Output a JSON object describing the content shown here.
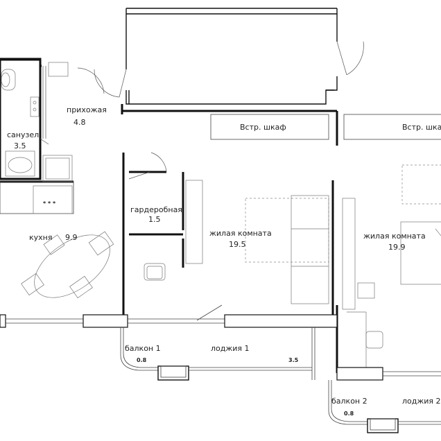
{
  "rooms": {
    "hallway": {
      "name": "прихожая",
      "area": "4.8"
    },
    "bathroom": {
      "name": "санузел",
      "area": "3.5"
    },
    "kitchen": {
      "name": "кухня",
      "area": "9.9"
    },
    "wardrobe": {
      "name": "гардеробная",
      "area": "1.5"
    },
    "living1": {
      "name": "жилая комната",
      "area": "19.5"
    },
    "living2": {
      "name": "жилая комната",
      "area": "19.9"
    },
    "balcony1": {
      "name": "балкон 1",
      "area": "0.8"
    },
    "loggia1": {
      "name": "лоджия 1",
      "area": "3.5"
    },
    "balcony2": {
      "name": "балкон 2",
      "area": "0.8"
    },
    "loggia2": {
      "name": "лоджия 2"
    }
  },
  "closets": {
    "closet1": "Встр. шкаф",
    "closet2": "Встр. шкаф"
  },
  "colors": {
    "wall": "#111111",
    "furniture": "#777777",
    "background": "#ffffff"
  }
}
